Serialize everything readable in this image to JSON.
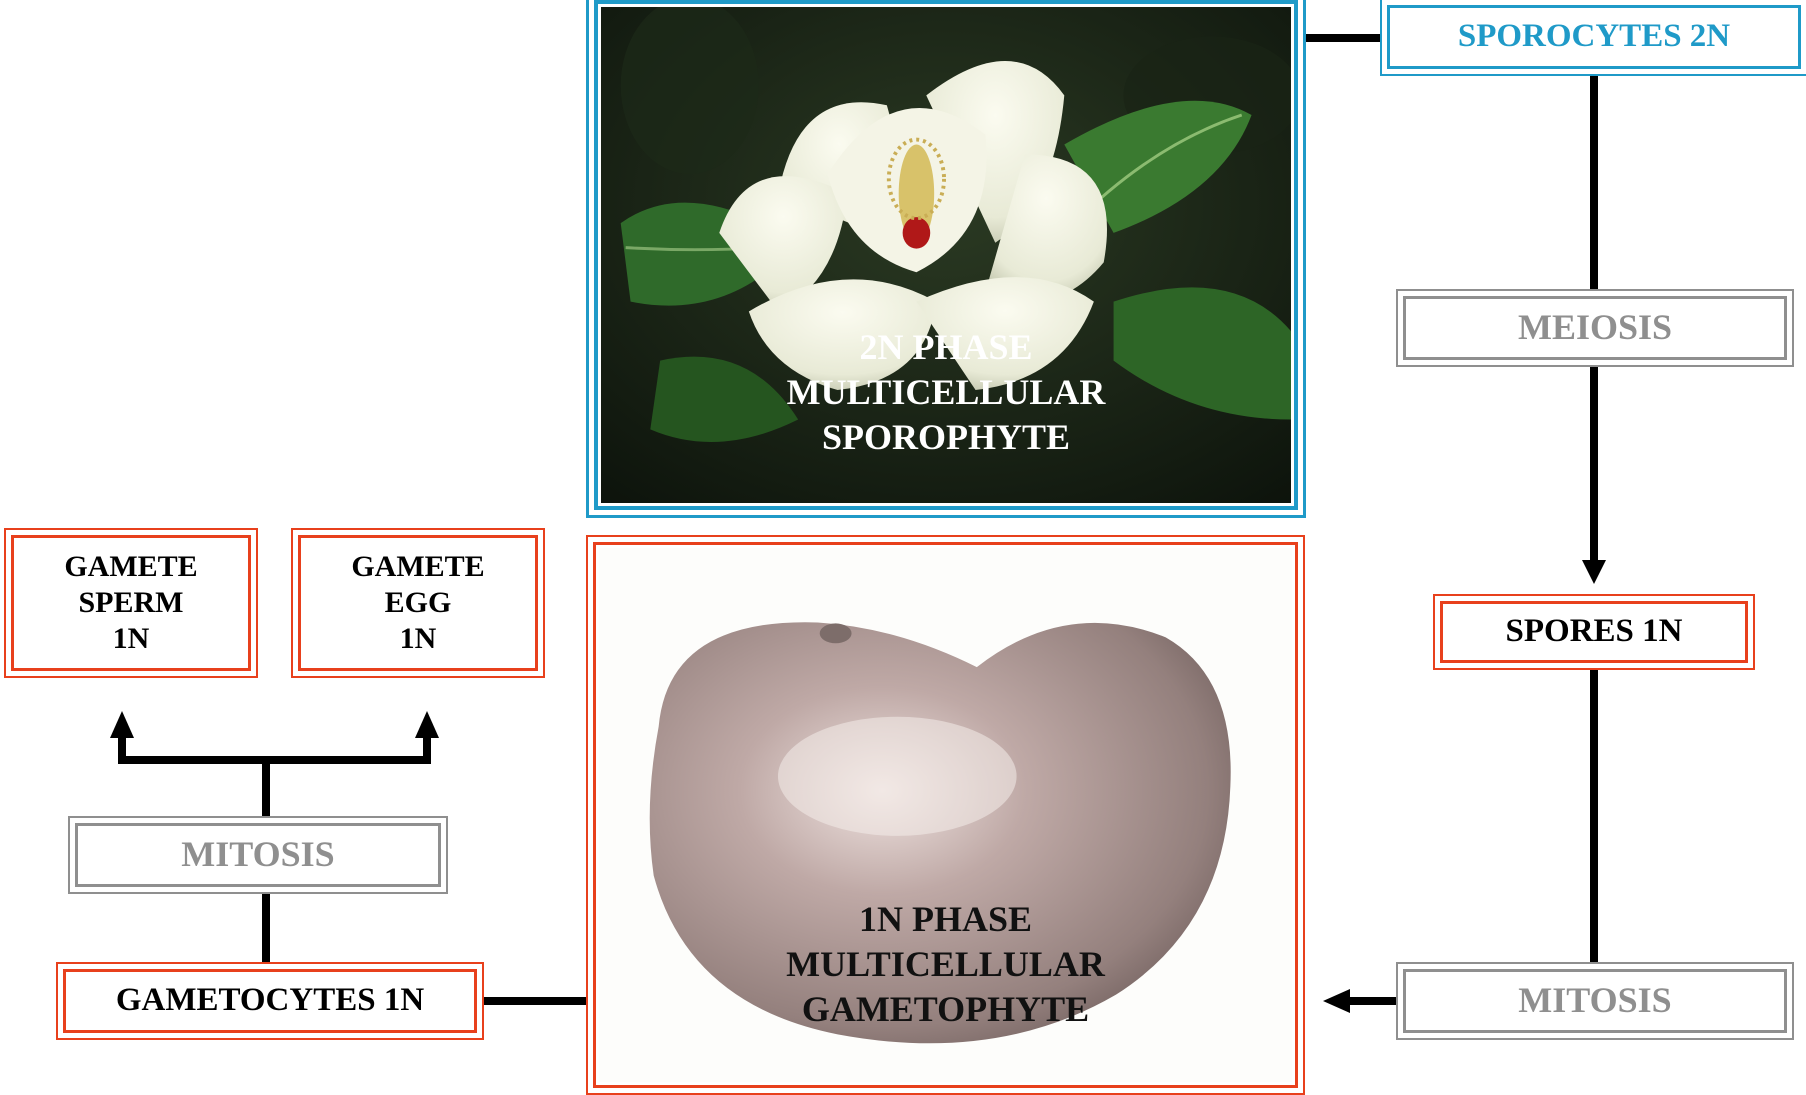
{
  "colors": {
    "red": "#e8401c",
    "blue": "#1f9ac8",
    "gray": "#8f8f8f",
    "line": "#000000"
  },
  "sporophyte": {
    "caption": "2N PHASE\nMULTICELLULAR\nSPOROPHYTE",
    "image": "magnolia-flower"
  },
  "gametophyte": {
    "caption": "1N PHASE\nMULTICELLULAR\nGAMETOPHYTE",
    "image": "bean-seed"
  },
  "sporocytes": "SPOROCYTES  2N",
  "meiosis": "MEIOSIS",
  "spores": "SPORES 1N",
  "mitosis_right": "MITOSIS",
  "gametocytes": "GAMETOCYTES 1N",
  "mitosis_left": "MITOSIS",
  "gamete_sperm": "GAMETE\nSPERM\n1N",
  "gamete_egg": "GAMETE\nEGG\n1N"
}
